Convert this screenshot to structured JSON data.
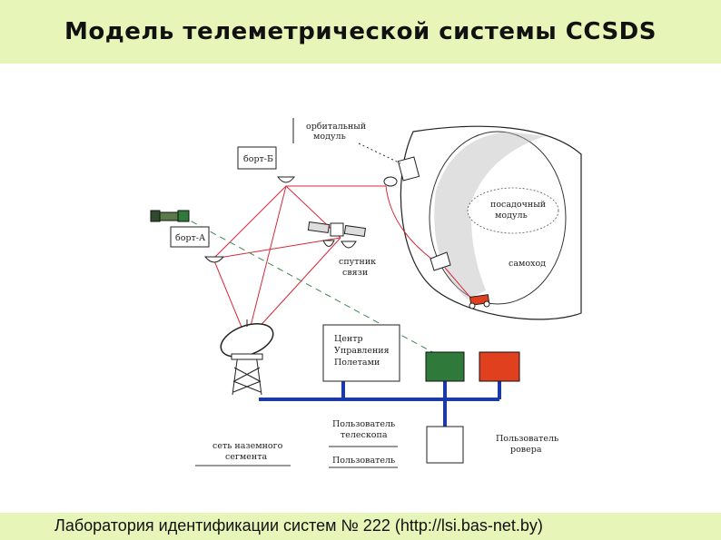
{
  "header": {
    "title": "Модель телеметрической системы CCSDS"
  },
  "footer": {
    "text": "Лаборатория идентификации систем № 222 (http://lsi.bas-net.by)"
  },
  "diagram": {
    "labels": {
      "orbital_module_line1": "орбитальный",
      "orbital_module_line2": "модуль",
      "board_b": "борт-Б",
      "board_a": "борт-А",
      "lander_line1": "посадочный",
      "lander_line2": "модуль",
      "comsat_line1": "спутник",
      "comsat_line2": "связи",
      "rover": "самоход",
      "mcc_line1": "Центр",
      "mcc_line2": "Управления",
      "mcc_line3": "Полетами",
      "telescope_user_line1": "Пользователь",
      "telescope_user_line2": "телескопа",
      "user": "Пользователь",
      "ground_net_line1": "сеть наземного",
      "ground_net_line2": "сегмента",
      "rover_user_line1": "Пользователь",
      "rover_user_line2": "ровера"
    },
    "colors": {
      "link": "#d8283a",
      "ground_network": "#1a3aa8",
      "green_box": "#2f7a3a",
      "red_box": "#e0401e",
      "dashed": "#3a8a55"
    }
  }
}
